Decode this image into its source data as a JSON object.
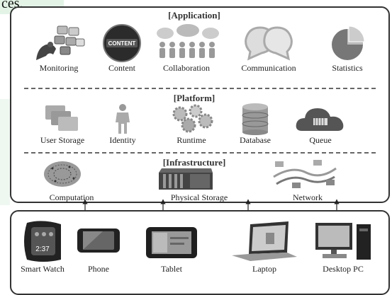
{
  "watermark": {
    "text": "ces."
  },
  "application": {
    "title": "[Application]",
    "items": [
      {
        "label": "Monitoring",
        "icon": "monitoring-icon"
      },
      {
        "label": "Content",
        "icon": "content-icon",
        "badge": "CONTENT"
      },
      {
        "label": "Collaboration",
        "icon": "collaboration-icon"
      },
      {
        "label": "Communication",
        "icon": "communication-icon"
      },
      {
        "label": "Statistics",
        "icon": "statistics-icon"
      }
    ]
  },
  "platform": {
    "title": "[Platform]",
    "items": [
      {
        "label": "User Storage",
        "icon": "user-storage-icon"
      },
      {
        "label": "Identity",
        "icon": "identity-icon"
      },
      {
        "label": "Runtime",
        "icon": "runtime-icon"
      },
      {
        "label": "Database",
        "icon": "database-icon"
      },
      {
        "label": "Queue",
        "icon": "queue-icon"
      }
    ]
  },
  "infrastructure": {
    "title": "[Infrastructure]",
    "items": [
      {
        "label": "Computation",
        "icon": "computation-icon"
      },
      {
        "label": "Physical Storage",
        "icon": "physical-storage-icon"
      },
      {
        "label": "Network",
        "icon": "network-icon"
      }
    ]
  },
  "devices": {
    "items": [
      {
        "label": "Smart Watch",
        "icon": "smart-watch-icon",
        "screen_text": "2:37"
      },
      {
        "label": "Phone",
        "icon": "phone-icon"
      },
      {
        "label": "Tablet",
        "icon": "tablet-icon"
      },
      {
        "label": "Laptop",
        "icon": "laptop-icon"
      },
      {
        "label": "Desktop PC",
        "icon": "desktop-pc-icon"
      }
    ]
  }
}
